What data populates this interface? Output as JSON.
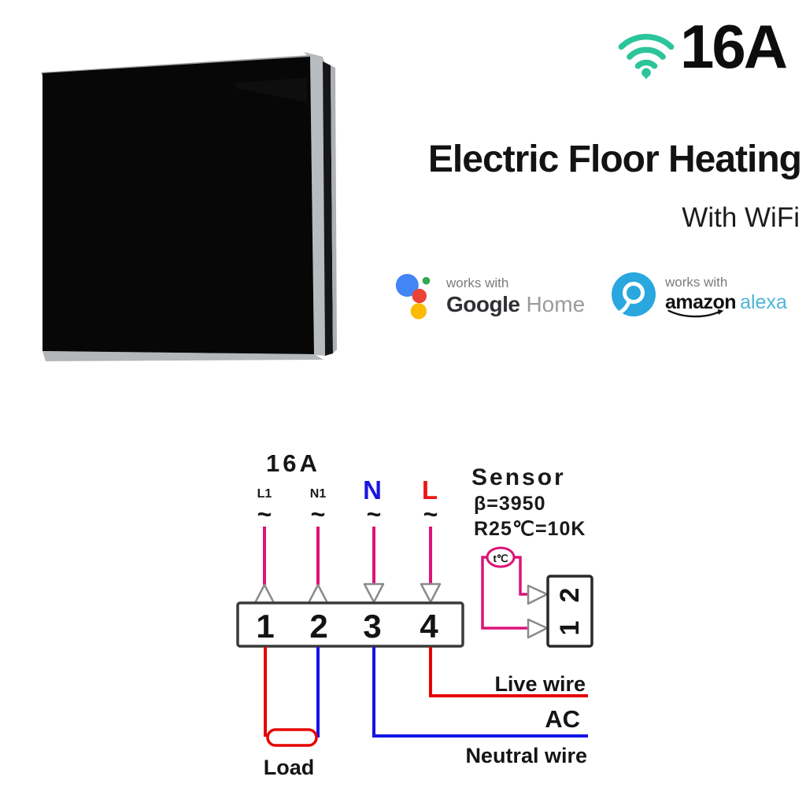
{
  "header": {
    "amperage": "16A"
  },
  "hero": {
    "title": "Electric Floor Heating",
    "subtitle": "With WiFi"
  },
  "badges": {
    "google": {
      "works_with": "works with",
      "brand": "Google",
      "product": "Home"
    },
    "alexa": {
      "works_with": "works with",
      "brand": "amazon",
      "product": "alexa"
    }
  },
  "diagram": {
    "amperage": "16A",
    "tilde": "~",
    "terminal_labels": [
      "L1",
      "N1",
      "N",
      "L"
    ],
    "block_numbers": [
      "1",
      "2",
      "3",
      "4"
    ],
    "sensor": {
      "title": "Sensor",
      "beta": "β=3950",
      "resistance": "R25℃=10K",
      "thermistor": "t℃",
      "connector_numbers": [
        "1",
        "2"
      ]
    },
    "labels": {
      "live": "Live wire",
      "ac": "AC",
      "neutral": "Neutral wire",
      "load": "Load"
    },
    "colors": {
      "wifi": "#2cc49a",
      "pink": "#dc1378",
      "red": "#e60000",
      "blue": "#1414e6",
      "terminal_n": "#1a16e0",
      "terminal_l": "#ea1616"
    }
  }
}
